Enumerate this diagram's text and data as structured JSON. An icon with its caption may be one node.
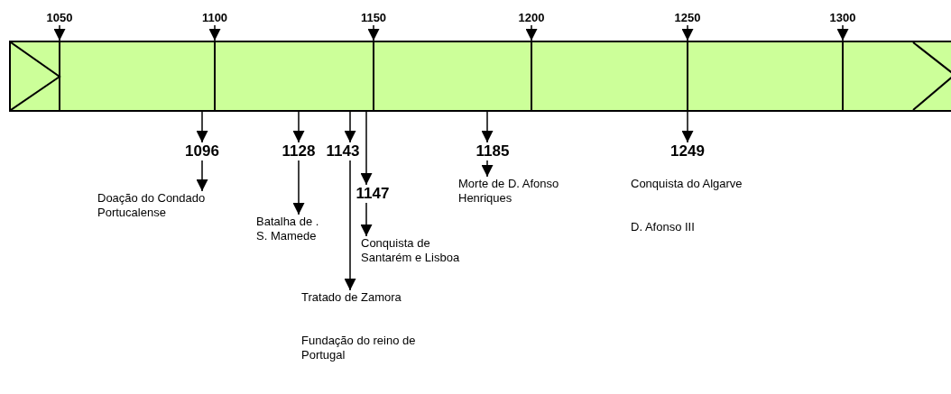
{
  "diagram": {
    "nodes": [
      {
        "text": [],
        "shape": "bar"
      },
      {
        "text": [
          "1050"
        ]
      },
      {
        "text": [
          "1100"
        ]
      },
      {
        "text": [
          "1150"
        ]
      },
      {
        "text": [
          "1200"
        ]
      },
      {
        "text": [
          "1250"
        ]
      },
      {
        "text": [
          "1300"
        ]
      },
      {
        "text": [
          "1096"
        ]
      },
      {
        "text": [
          "Doação do Condado Portucalense"
        ]
      },
      {
        "text": [
          "1128"
        ]
      },
      {
        "text": [
          "Batalha de . S. Mamede"
        ]
      },
      {
        "text": [
          "1143"
        ]
      },
      {
        "text": [
          "Tratado de Zamora",
          "Fundação do reino de Portugal"
        ]
      },
      {
        "text": [
          "1147"
        ]
      },
      {
        "text": [
          "Conquista de Santarém e Lisboa"
        ]
      },
      {
        "text": [
          "1185"
        ]
      },
      {
        "text": [
          "Morte de D. Afonso Henriques"
        ]
      },
      {
        "text": [
          "1249"
        ]
      },
      {
        "text": [
          "Conquista do Algarve",
          "D. Afonso III"
        ]
      }
    ],
    "edges": [
      {
        "from": 1,
        "to": 0,
        "arrow": "to"
      },
      {
        "from": 2,
        "to": 0,
        "arrow": "to"
      },
      {
        "from": 3,
        "to": 0,
        "arrow": "to"
      },
      {
        "from": 4,
        "to": 0,
        "arrow": "to"
      },
      {
        "from": 5,
        "to": 0,
        "arrow": "to"
      },
      {
        "from": 6,
        "to": 0,
        "arrow": "to"
      },
      {
        "from": 0,
        "to": 7,
        "arrow": "to"
      },
      {
        "from": 7,
        "to": 8,
        "arrow": "to"
      },
      {
        "from": 0,
        "to": 9,
        "arrow": "to"
      },
      {
        "from": 9,
        "to": 10,
        "arrow": "to"
      },
      {
        "from": 0,
        "to": 11,
        "arrow": "to"
      },
      {
        "from": 11,
        "to": 12,
        "arrow": "to"
      },
      {
        "from": 0,
        "to": 13,
        "arrow": "to"
      },
      {
        "from": 13,
        "to": 14,
        "arrow": "to"
      },
      {
        "from": 0,
        "to": 15,
        "arrow": "to"
      },
      {
        "from": 15,
        "to": 16,
        "arrow": "to"
      },
      {
        "from": 0,
        "to": 17,
        "arrow": "to"
      }
    ]
  }
}
